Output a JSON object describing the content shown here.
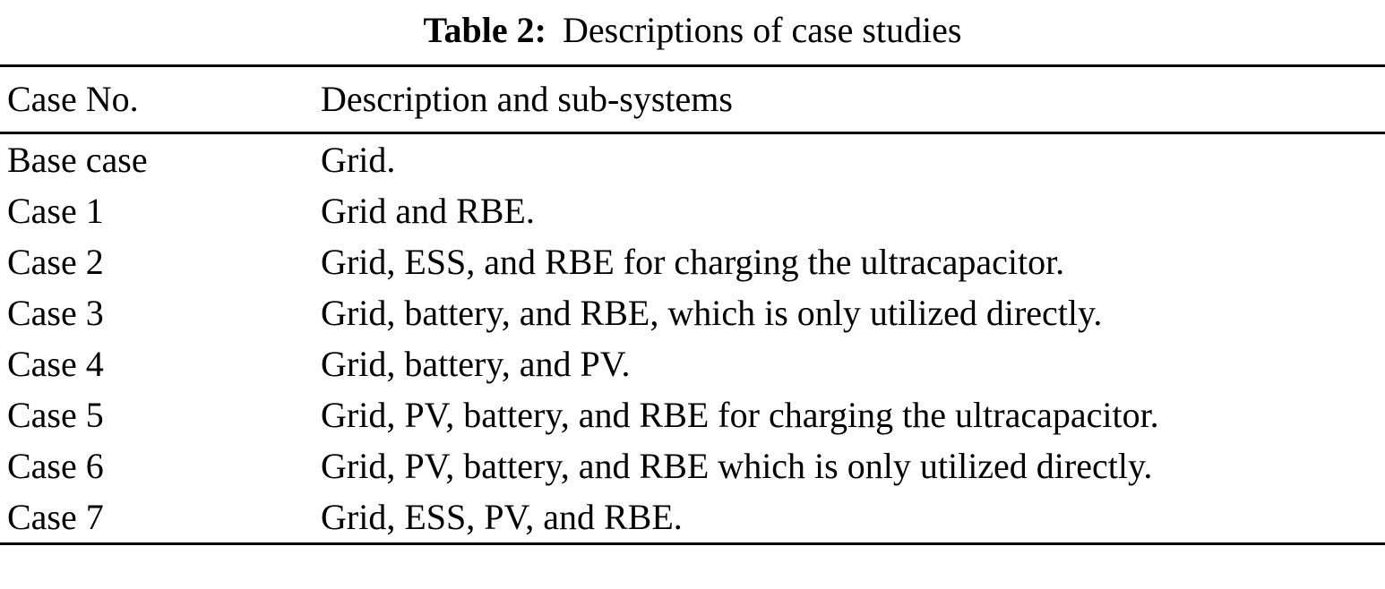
{
  "caption": {
    "label": "Table 2:",
    "text": "Descriptions of case studies"
  },
  "table": {
    "headers": [
      "Case No.",
      "Description and sub-systems"
    ],
    "rows": [
      {
        "case": "Base case",
        "description": "Grid."
      },
      {
        "case": "Case 1",
        "description": "Grid and RBE."
      },
      {
        "case": "Case 2",
        "description": "Grid, ESS, and RBE for charging the ultracapacitor."
      },
      {
        "case": "Case 3",
        "description": "Grid, battery, and RBE, which is only utilized directly."
      },
      {
        "case": "Case 4",
        "description": "Grid, battery, and PV."
      },
      {
        "case": "Case 5",
        "description": "Grid, PV, battery, and RBE for charging the ultracapacitor."
      },
      {
        "case": "Case 6",
        "description": "Grid, PV, battery, and RBE which is only utilized directly."
      },
      {
        "case": "Case 7",
        "description": "Grid, ESS, PV, and RBE."
      }
    ]
  }
}
